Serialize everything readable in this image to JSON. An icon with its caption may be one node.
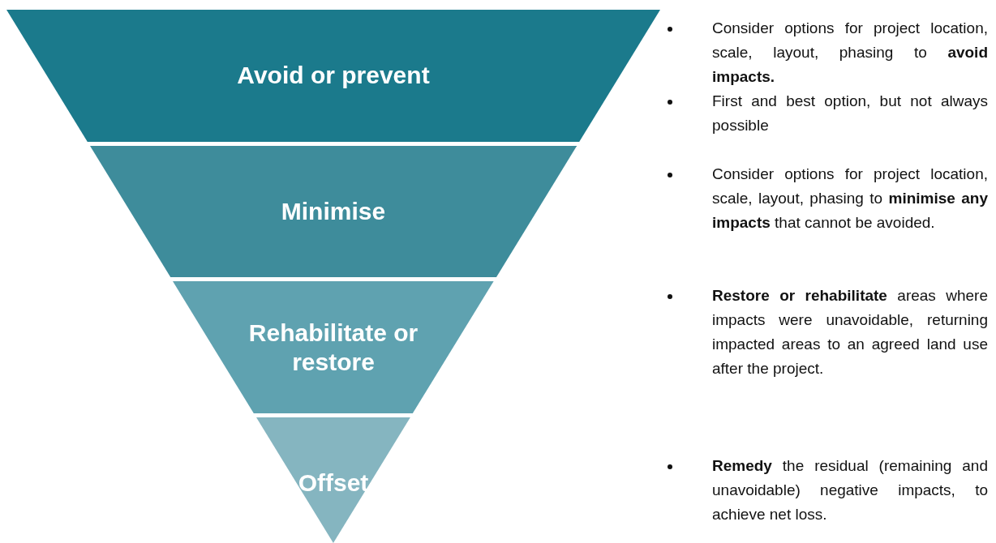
{
  "diagram": {
    "nodes": [
      {
        "text": [
          "Avoid or prevent"
        ]
      },
      {
        "text": [
          "Minimise"
        ]
      },
      {
        "text": [
          "Rehabilitate or restore"
        ]
      },
      {
        "text": [
          "Offset"
        ]
      }
    ],
    "labels": [
      "Consider options for project location, scale, layout, phasing to **avoid impacts.**",
      "First and best option, but not always possible",
      "Consider options for project location, scale, layout, phasing to **minimise any impacts** that cannot be avoided.",
      "**Restore or rehabilitate** areas where impacts were unavoidable, returning impacted areas to an agreed land use after the project.",
      "**Remedy** the residual (remaining and unavoidable) negative impacts, to achieve net loss."
    ]
  }
}
